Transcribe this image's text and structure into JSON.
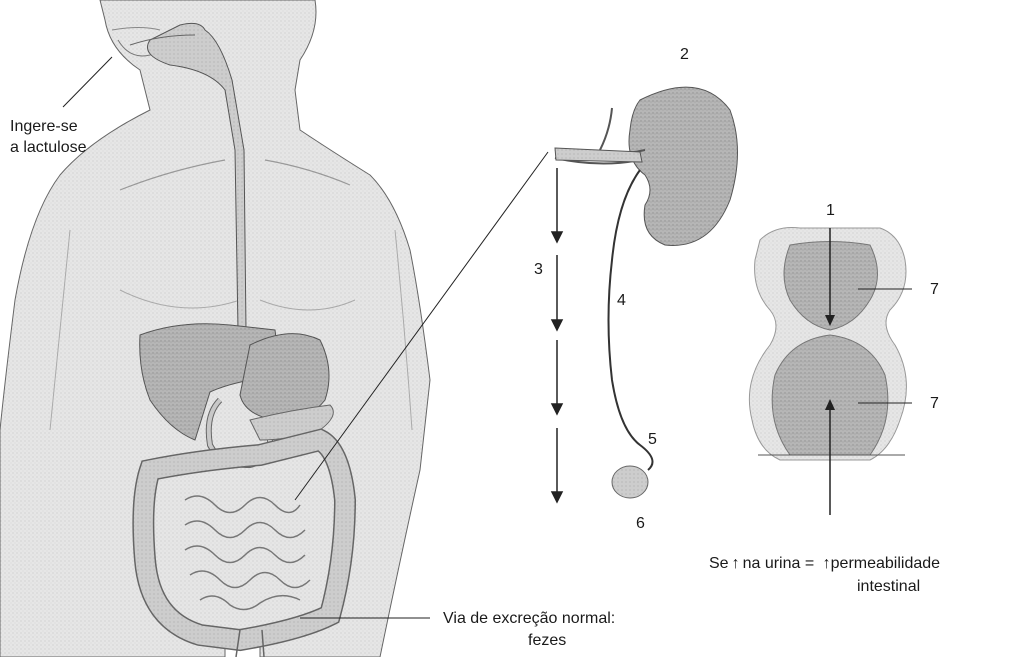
{
  "labels": {
    "ingest_line1": "Ingere-se",
    "ingest_line2": "a lactulose",
    "excretion_line1": "Via de excreção normal:",
    "excretion_line2": "fezes",
    "result_line1_prefix": "Se",
    "result_line1_mid": "na urina  =",
    "result_line1_suffix": "permeabilidade",
    "result_line2": "intestinal",
    "up_arrow": "↑"
  },
  "numbers": {
    "n1": "1",
    "n2": "2",
    "n3": "3",
    "n4": "4",
    "n5": "5",
    "n6": "6",
    "n7a": "7",
    "n7b": "7"
  },
  "colors": {
    "organ_fill": "#b9b9b9",
    "organ_dark": "#9a9a9a",
    "skin_fill": "#e4e4e4",
    "line": "#222222"
  }
}
